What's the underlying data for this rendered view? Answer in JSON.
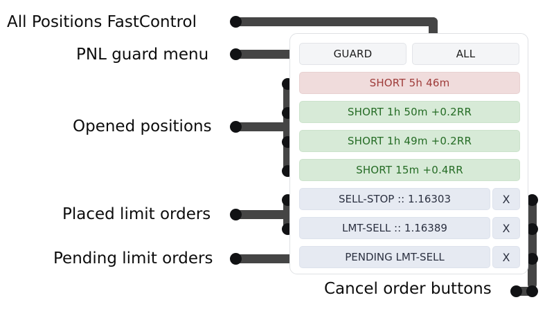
{
  "annotations": {
    "fastcontrol": "All Positions FastControl",
    "pnl_guard": "PNL guard menu",
    "opened_positions": "Opened positions",
    "placed_limit_orders": "Placed limit orders",
    "pending_limit_orders": "Pending limit orders",
    "cancel_order_buttons": "Cancel order buttons"
  },
  "panel": {
    "menu": {
      "guard_label": "GUARD",
      "all_label": "ALL"
    },
    "positions": [
      {
        "label": "SHORT 5h 46m",
        "state": "losing"
      },
      {
        "label": "SHORT 1h 50m +0.2RR",
        "state": "winning"
      },
      {
        "label": "SHORT 1h 49m +0.2RR",
        "state": "winning"
      },
      {
        "label": "SHORT 15m +0.4RR",
        "state": "winning"
      }
    ],
    "orders": [
      {
        "label": "SELL-STOP :: 1.16303",
        "cancel": "X"
      },
      {
        "label": "LMT-SELL :: 1.16389",
        "cancel": "X"
      },
      {
        "label": "PENDING LMT-SELL",
        "cancel": "X"
      }
    ]
  },
  "colors": {
    "losing_bg": "#f0dcdc",
    "losing_fg": "#9e3b39",
    "winning_bg": "#d7ead7",
    "winning_fg": "#246b24",
    "order_bg": "#e6eaf2",
    "order_fg": "#2b3040",
    "menu_bg": "#f4f5f7",
    "leader": "#454545",
    "panel_border": "#dfe1e4"
  }
}
